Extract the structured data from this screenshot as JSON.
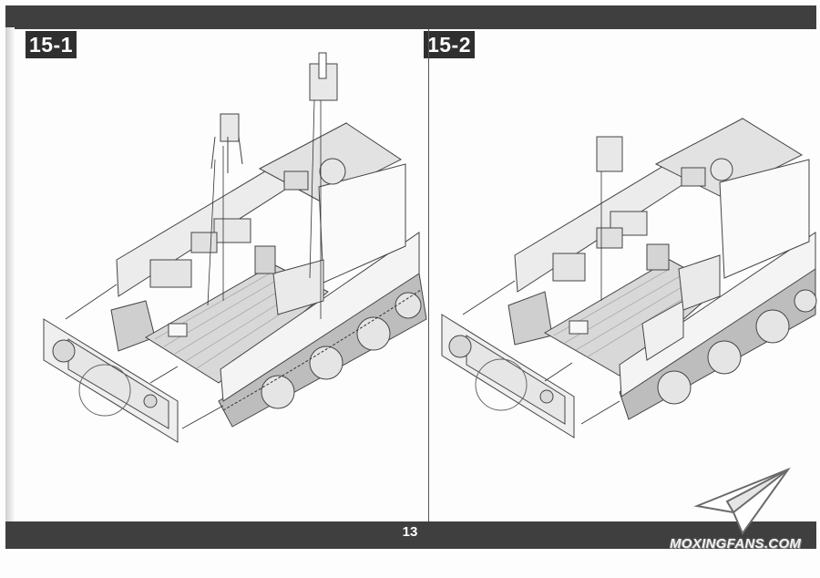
{
  "steps": [
    {
      "label": "15-1"
    },
    {
      "label": "15-2"
    }
  ],
  "page_number": "13",
  "watermark": {
    "text": "MOXINGFANS.COM",
    "logo_icon": "paper-plane-icon"
  },
  "colors": {
    "band": "#3f3f3f",
    "label_bg": "#2f2f2f",
    "paper": "#fdfdfd",
    "line": "#555555"
  }
}
